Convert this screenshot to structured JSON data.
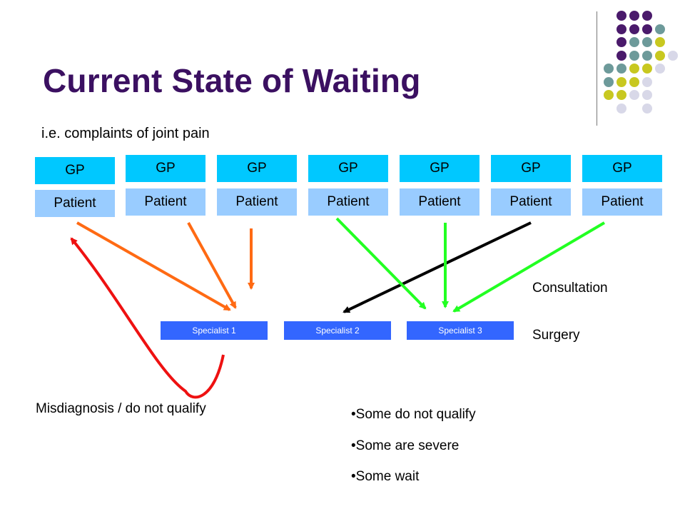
{
  "title": "Current State of Waiting",
  "subtitle": "i.e. complaints of joint pain",
  "columns": [
    {
      "gp": "GP",
      "patient": "Patient"
    },
    {
      "gp": "GP",
      "patient": "Patient"
    },
    {
      "gp": "GP",
      "patient": "Patient"
    },
    {
      "gp": "GP",
      "patient": "Patient"
    },
    {
      "gp": "GP",
      "patient": "Patient"
    },
    {
      "gp": "GP",
      "patient": "Patient"
    },
    {
      "gp": "GP",
      "patient": "Patient"
    }
  ],
  "specialists": [
    "Specialist 1",
    "Specialist 2",
    "Specialist 3"
  ],
  "side_labels": {
    "consultation": "Consultation",
    "surgery": "Surgery"
  },
  "misdiagnosis": "Misdiagnosis / do not qualify",
  "bullets": [
    "•Some do not qualify",
    "•Some are severe",
    "•Some wait"
  ],
  "colors": {
    "title": "#3b1061",
    "gp_box": "#00c8ff",
    "patient_box": "#99ccff",
    "specialist_box": "#3366ff",
    "arrow_orange": "#ff6a13",
    "arrow_green": "#22ff22",
    "arrow_black": "#000000",
    "arrow_red": "#ee1111",
    "dots": [
      "#4a1a6b",
      "#6d9a9a",
      "#c8c820",
      "#d8d8e8"
    ]
  }
}
